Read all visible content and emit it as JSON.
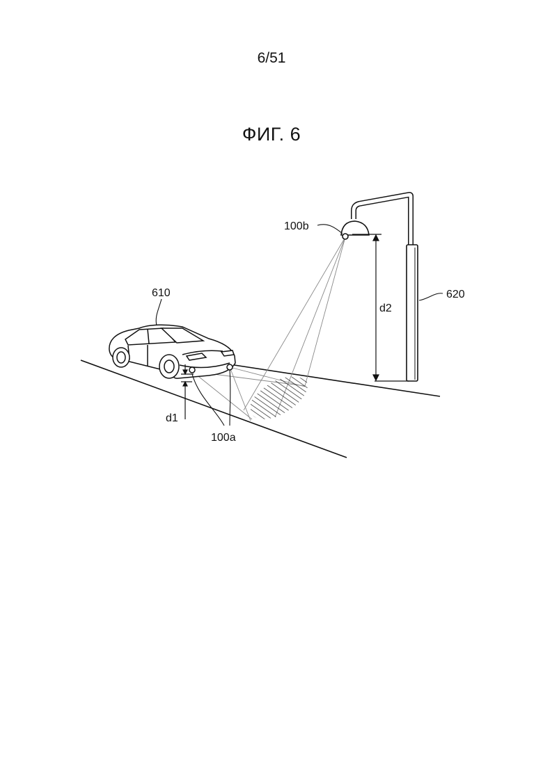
{
  "page": {
    "number": "6/51"
  },
  "figure": {
    "title": "ФИГ. 6",
    "labels": {
      "vehicle": "610",
      "pole": "620",
      "vehicle_sensor": "100a",
      "pole_sensor": "100b",
      "vehicle_height": "d1",
      "pole_height": "d2"
    }
  }
}
